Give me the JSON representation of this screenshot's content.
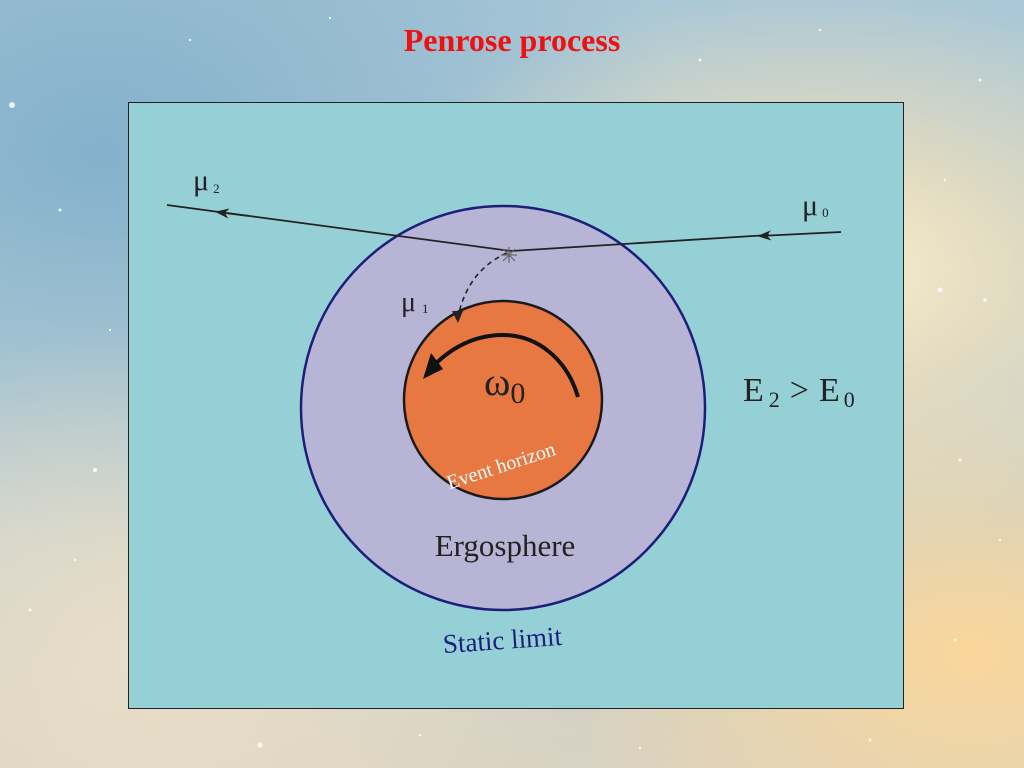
{
  "title": "Penrose process",
  "labels": {
    "mu2": "μ",
    "mu2_sub": "2",
    "mu0": "μ",
    "mu0_sub": "0",
    "mu1": "μ",
    "mu1_sub": "1",
    "omega": "ω",
    "omega_sub": "0",
    "energy_e2": "E",
    "energy_e2_sub": "2",
    "energy_gt": ">",
    "energy_e0": "E",
    "energy_e0_sub": "0",
    "event_horizon": "Event horizon",
    "ergosphere": "Ergosphere",
    "static_limit": "Static limit"
  },
  "colors": {
    "title": "#ee1111",
    "panel": "#95d0d6",
    "ergosphere": "#b8b4d6",
    "ergosphere_border": "#1c1f7a",
    "horizon": "#e87842",
    "static_limit_text": "#1c1f7a",
    "event_horizon_text": "#ffffff"
  },
  "icons": {
    "split_point": "asterisk-icon"
  }
}
